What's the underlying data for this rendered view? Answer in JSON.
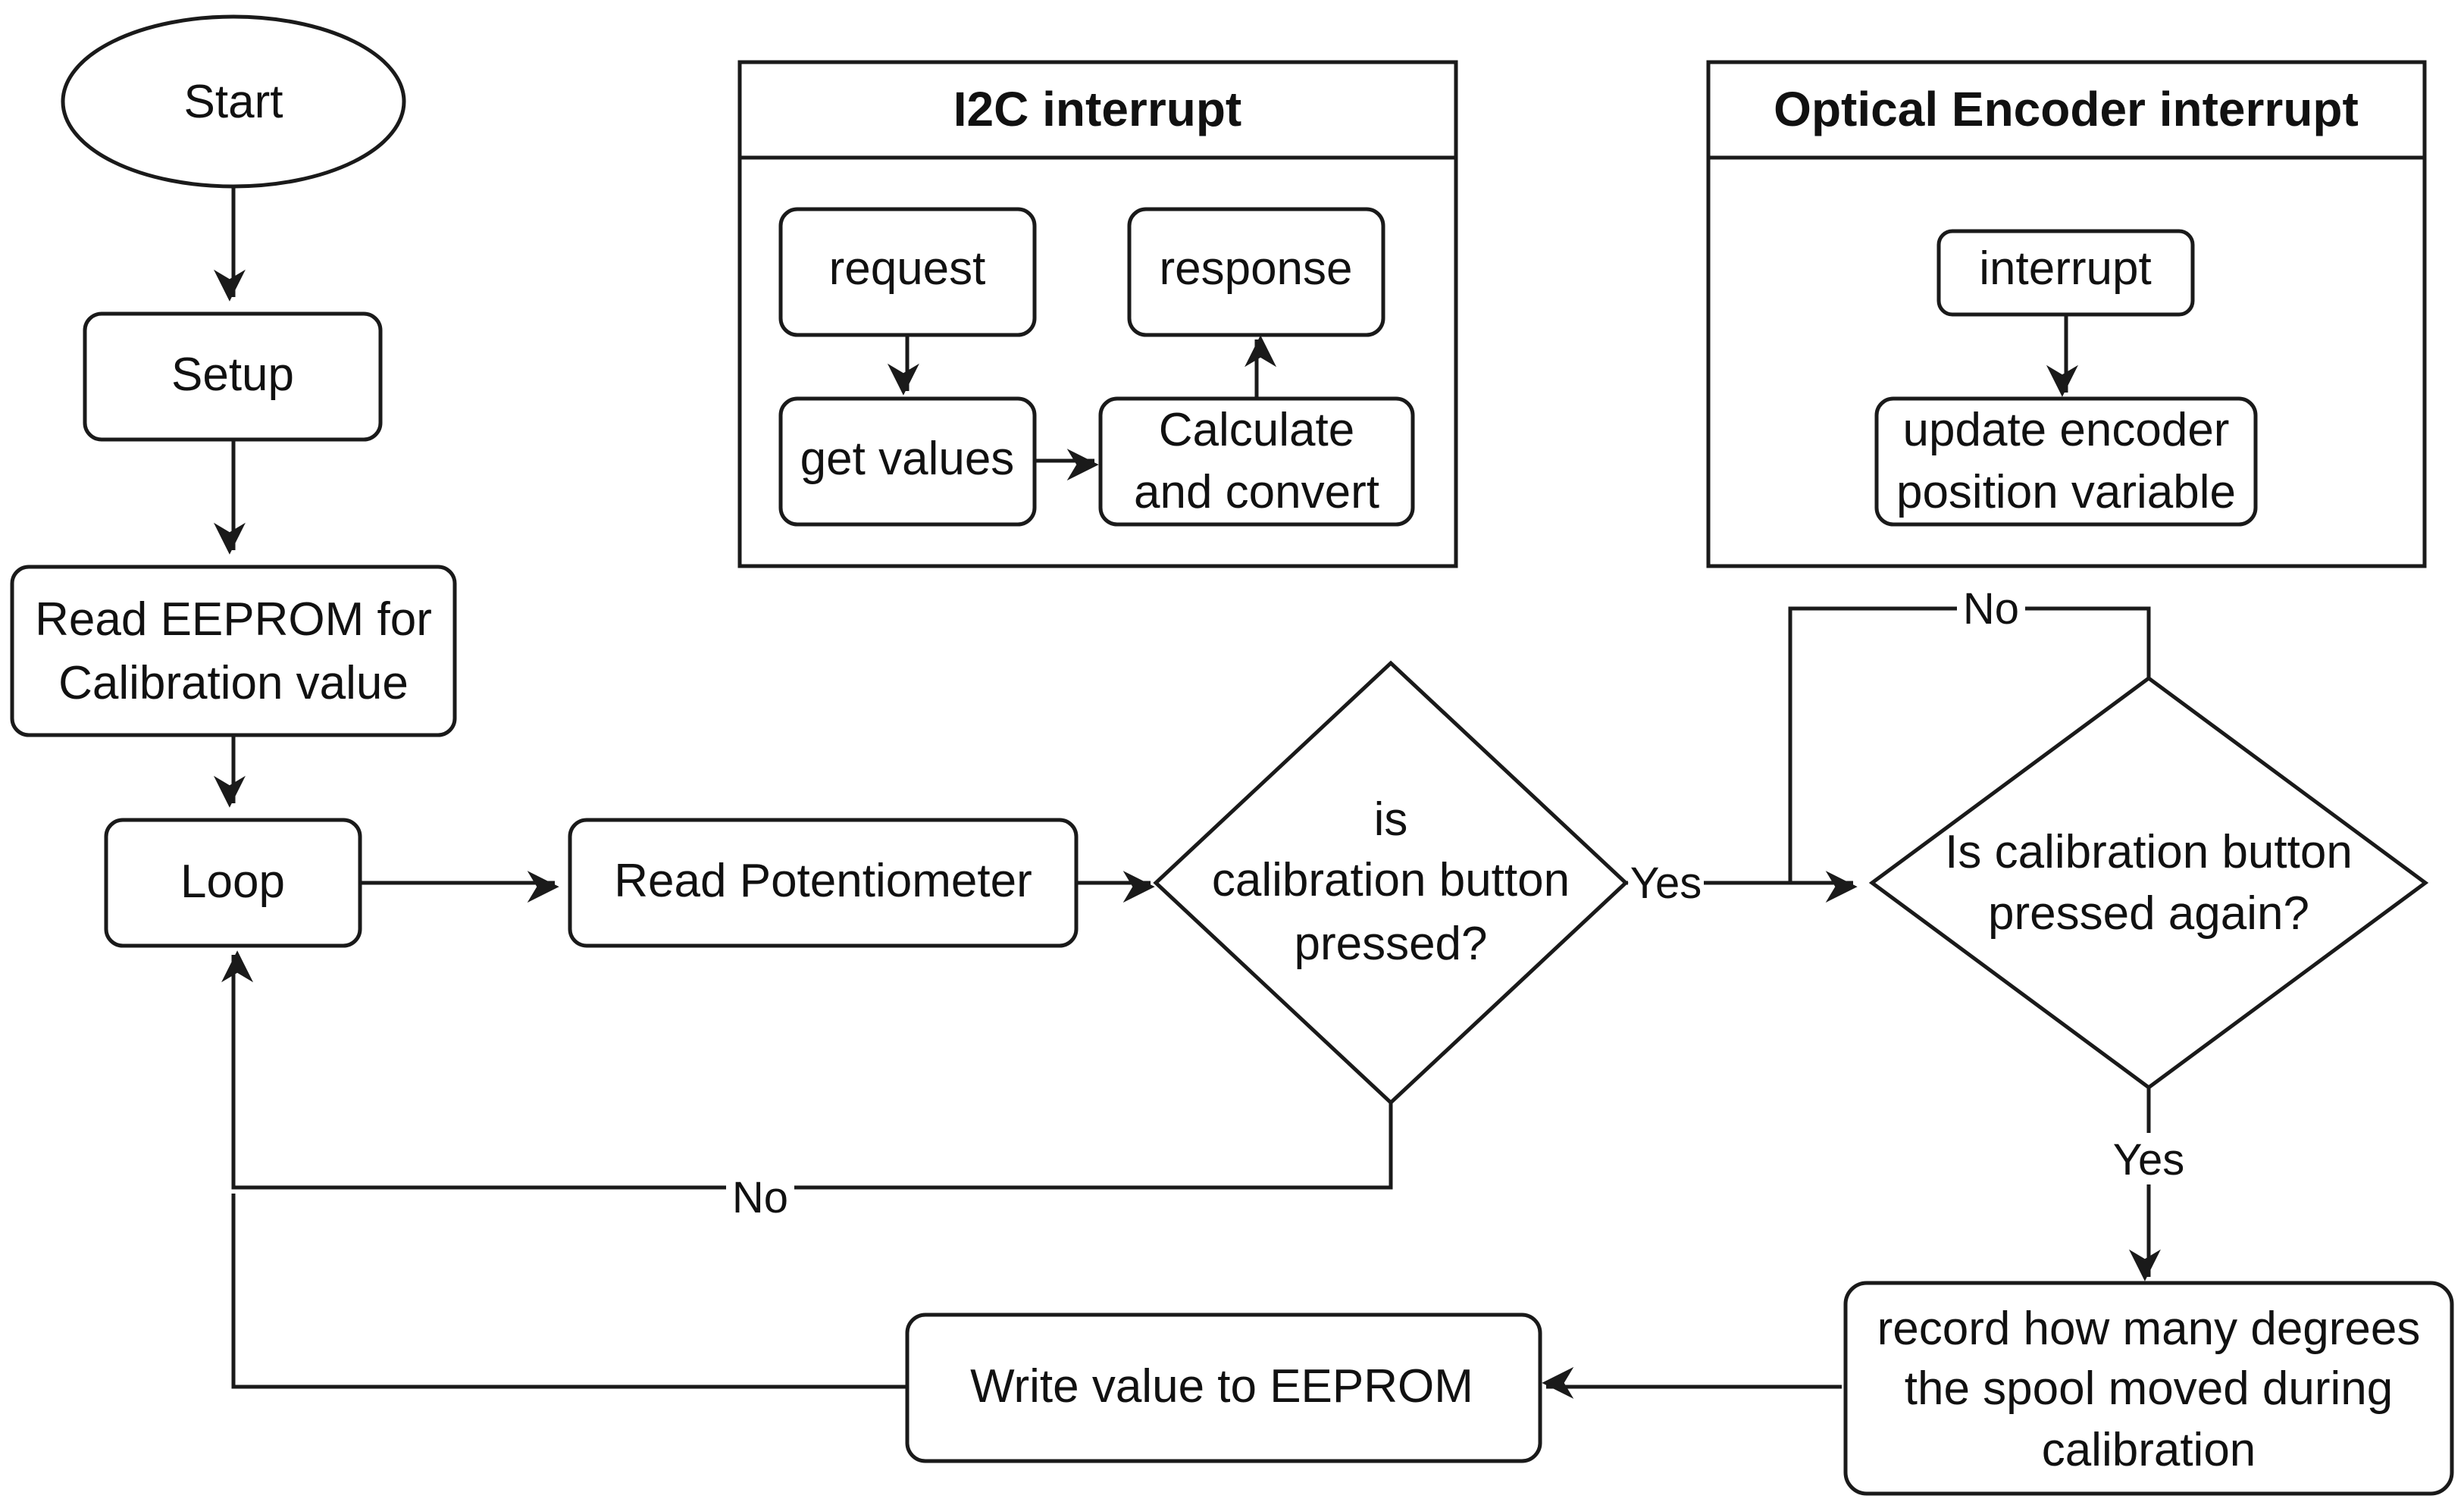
{
  "nodes": {
    "start": "Start",
    "setup": "Setup",
    "read_eeprom": [
      "Read EEPROM for",
      "Calibration value"
    ],
    "loop": "Loop",
    "read_potentiometer": "Read Potentiometer",
    "decision_pressed": [
      "is",
      "calibration button",
      "pressed?"
    ],
    "decision_pressed_again": [
      "Is calibration button",
      "pressed again?"
    ],
    "record_degrees": [
      "record how many degrees",
      "the spool moved during",
      "calibration"
    ],
    "write_eeprom": "Write value to EEPROM"
  },
  "i2c_interrupt": {
    "title": "I2C interrupt",
    "request": "request",
    "response": "response",
    "get_values": "get values",
    "calculate": [
      "Calculate",
      "and convert"
    ]
  },
  "encoder_interrupt": {
    "title": "Optical Encoder interrupt",
    "interrupt": "interrupt",
    "update": [
      "update encoder",
      "position variable"
    ]
  },
  "edge_labels": {
    "yes_pressed": "Yes",
    "no_pressed": "No",
    "no_again": "No",
    "yes_again": "Yes"
  }
}
